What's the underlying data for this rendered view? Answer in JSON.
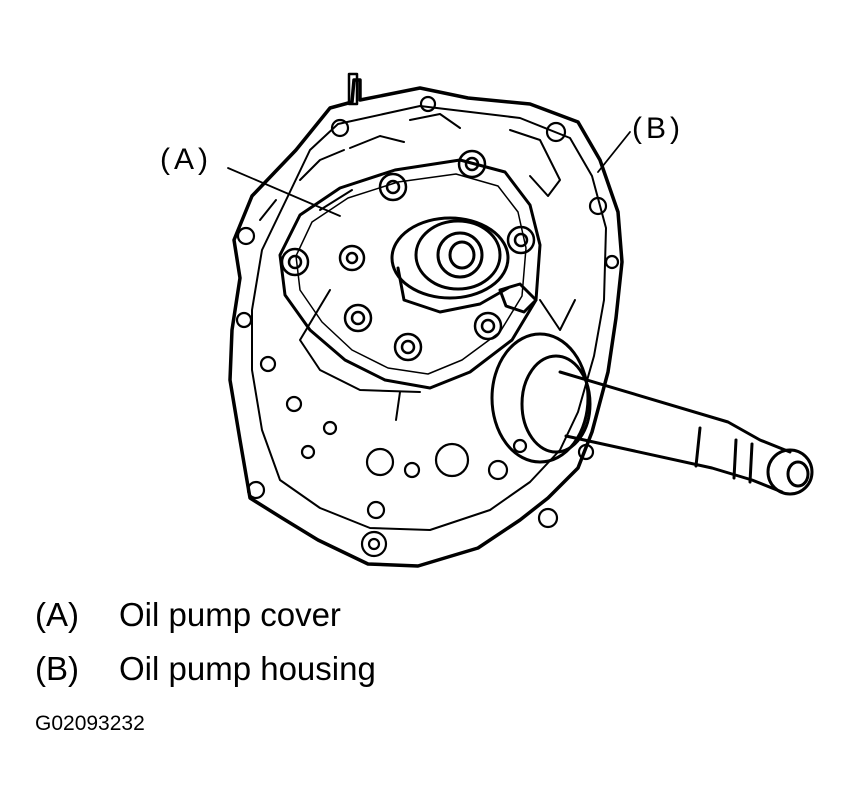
{
  "diagram": {
    "callouts": [
      {
        "id": "A",
        "text": "(A)"
      },
      {
        "id": "B",
        "text": "(B)"
      }
    ]
  },
  "legend": [
    {
      "key": "(A)",
      "label": "Oil pump cover"
    },
    {
      "key": "(B)",
      "label": "Oil pump housing"
    }
  ],
  "figure_code": "G02093232"
}
